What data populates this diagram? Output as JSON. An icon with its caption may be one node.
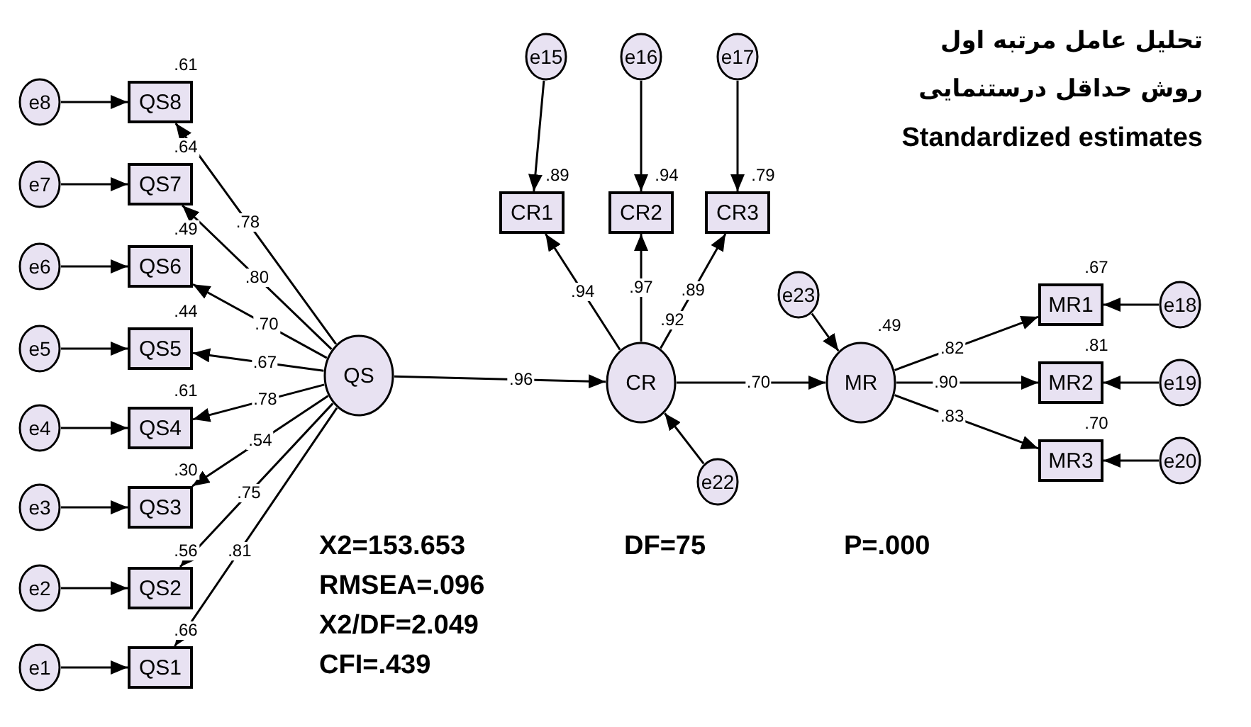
{
  "diagram": {
    "nodes": [
      {
        "text": [
          "e8"
        ]
      },
      {
        "text": [
          "QS8"
        ],
        "beside": [
          ".61"
        ]
      },
      {
        "text": [
          "e7"
        ]
      },
      {
        "text": [
          "QS7"
        ],
        "beside": [
          ".64"
        ]
      },
      {
        "text": [
          "e6"
        ]
      },
      {
        "text": [
          "QS6"
        ],
        "beside": [
          ".49"
        ]
      },
      {
        "text": [
          "e5"
        ]
      },
      {
        "text": [
          "QS5"
        ],
        "beside": [
          ".44"
        ]
      },
      {
        "text": [
          "e4"
        ]
      },
      {
        "text": [
          "QS4"
        ],
        "beside": [
          ".61"
        ]
      },
      {
        "text": [
          "e3"
        ]
      },
      {
        "text": [
          "QS3"
        ],
        "beside": [
          ".30"
        ]
      },
      {
        "text": [
          "e2"
        ]
      },
      {
        "text": [
          "QS2"
        ],
        "beside": [
          ".56"
        ]
      },
      {
        "text": [
          "e1"
        ]
      },
      {
        "text": [
          "QS1"
        ],
        "beside": [
          ".66"
        ]
      },
      {
        "text": [
          "QS"
        ]
      },
      {
        "text": [
          "e15"
        ]
      },
      {
        "text": [
          "e16"
        ]
      },
      {
        "text": [
          "e17"
        ]
      },
      {
        "text": [
          "CR1"
        ],
        "beside": [
          ".89"
        ]
      },
      {
        "text": [
          "CR2"
        ],
        "beside": [
          ".94"
        ]
      },
      {
        "text": [
          "CR3"
        ],
        "beside": [
          ".79"
        ]
      },
      {
        "text": [
          "CR"
        ],
        "beside": [
          ".92"
        ]
      },
      {
        "text": [
          "e22"
        ]
      },
      {
        "text": [
          "e23"
        ]
      },
      {
        "text": [
          "MR"
        ],
        "beside": [
          ".49"
        ]
      },
      {
        "text": [
          "MR1"
        ],
        "beside": [
          ".67"
        ]
      },
      {
        "text": [
          "MR2"
        ],
        "beside": [
          ".81"
        ]
      },
      {
        "text": [
          "MR3"
        ],
        "beside": [
          ".70"
        ]
      },
      {
        "text": [
          "e18"
        ]
      },
      {
        "text": [
          "e19"
        ]
      },
      {
        "text": [
          "e20"
        ]
      }
    ],
    "edges": [
      {
        "from": 0,
        "to": 1,
        "arrow": "to"
      },
      {
        "from": 2,
        "to": 3,
        "arrow": "to"
      },
      {
        "from": 4,
        "to": 5,
        "arrow": "to"
      },
      {
        "from": 6,
        "to": 7,
        "arrow": "to"
      },
      {
        "from": 8,
        "to": 9,
        "arrow": "to"
      },
      {
        "from": 10,
        "to": 11,
        "arrow": "to"
      },
      {
        "from": 12,
        "to": 13,
        "arrow": "to"
      },
      {
        "from": 14,
        "to": 15,
        "arrow": "to"
      },
      {
        "from": 16,
        "to": 1,
        "arrow": "to",
        "label": ".78"
      },
      {
        "from": 16,
        "to": 3,
        "arrow": "to",
        "label": ".80"
      },
      {
        "from": 16,
        "to": 5,
        "arrow": "to",
        "label": ".70"
      },
      {
        "from": 16,
        "to": 7,
        "arrow": "to",
        "label": ".67"
      },
      {
        "from": 16,
        "to": 9,
        "arrow": "to",
        "label": ".78"
      },
      {
        "from": 16,
        "to": 11,
        "arrow": "to",
        "label": ".54"
      },
      {
        "from": 16,
        "to": 13,
        "arrow": "to",
        "label": ".75"
      },
      {
        "from": 16,
        "to": 15,
        "arrow": "to",
        "label": ".81"
      },
      {
        "from": 16,
        "to": 23,
        "arrow": "to",
        "label": ".96"
      },
      {
        "from": 17,
        "to": 20,
        "arrow": "to"
      },
      {
        "from": 18,
        "to": 21,
        "arrow": "to"
      },
      {
        "from": 19,
        "to": 22,
        "arrow": "to"
      },
      {
        "from": 23,
        "to": 20,
        "arrow": "to",
        "label": ".94"
      },
      {
        "from": 23,
        "to": 21,
        "arrow": "to",
        "label": ".97"
      },
      {
        "from": 23,
        "to": 22,
        "arrow": "to",
        "label": ".89"
      },
      {
        "from": 24,
        "to": 23,
        "arrow": "to"
      },
      {
        "from": 25,
        "to": 26,
        "arrow": "to"
      },
      {
        "from": 23,
        "to": 26,
        "arrow": "to",
        "label": ".70"
      },
      {
        "from": 26,
        "to": 27,
        "arrow": "to",
        "label": ".82"
      },
      {
        "from": 26,
        "to": 28,
        "arrow": "to",
        "label": ".90"
      },
      {
        "from": 26,
        "to": 29,
        "arrow": "to",
        "label": ".83"
      },
      {
        "from": 30,
        "to": 27,
        "arrow": "to"
      },
      {
        "from": 31,
        "to": 28,
        "arrow": "to"
      },
      {
        "from": 32,
        "to": 29,
        "arrow": "to"
      }
    ],
    "labels": [
      "تحلیل عامل مرتبه اول",
      "روش حداقل درستنمایی",
      "Standardized estimates",
      "X2=153.653",
      "DF=75",
      "P=.000",
      "RMSEA=.096",
      "X2/DF=2.049",
      "CFI=.439"
    ]
  }
}
